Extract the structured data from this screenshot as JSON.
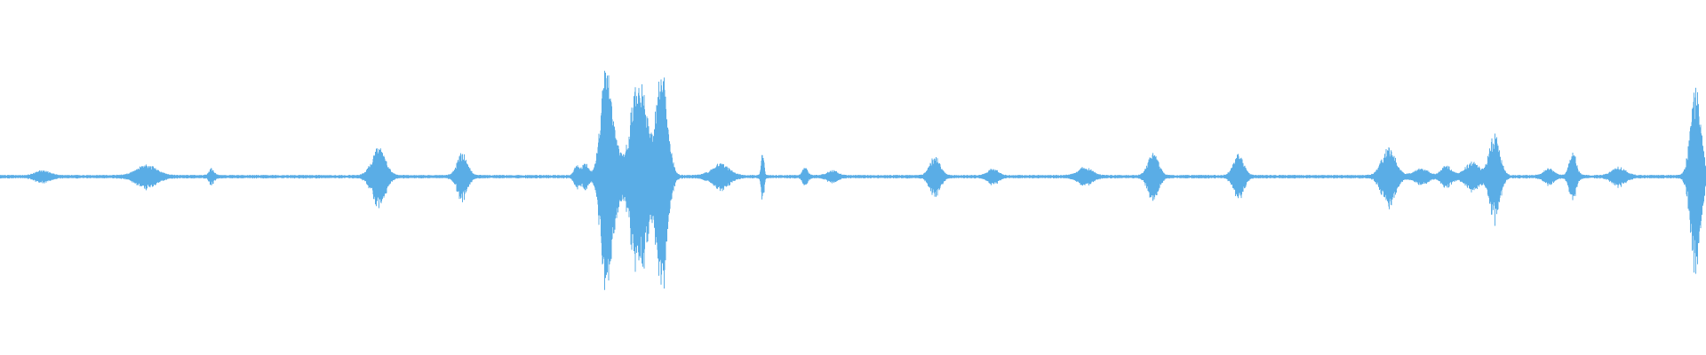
{
  "waveform": {
    "color": "#5aade6",
    "background": "#ffffff",
    "baseline_amplitude": 0.005,
    "noise_amplitude": 0.012,
    "bursts": [
      {
        "t": 0.025,
        "amp": 0.03,
        "width": 0.004
      },
      {
        "t": 0.086,
        "amp": 0.06,
        "width": 0.006
      },
      {
        "t": 0.124,
        "amp": 0.04,
        "width": 0.0015
      },
      {
        "t": 0.222,
        "amp": 0.16,
        "width": 0.004
      },
      {
        "t": 0.271,
        "amp": 0.13,
        "width": 0.003
      },
      {
        "t": 0.338,
        "amp": 0.06,
        "width": 0.0015
      },
      {
        "t": 0.343,
        "amp": 0.07,
        "width": 0.002
      },
      {
        "t": 0.355,
        "amp": 0.55,
        "width": 0.003
      },
      {
        "t": 0.359,
        "amp": 0.2,
        "width": 0.004
      },
      {
        "t": 0.373,
        "amp": 0.48,
        "width": 0.004
      },
      {
        "t": 0.378,
        "amp": 0.25,
        "width": 0.003
      },
      {
        "t": 0.387,
        "amp": 0.5,
        "width": 0.003
      },
      {
        "t": 0.39,
        "amp": 0.2,
        "width": 0.003
      },
      {
        "t": 0.422,
        "amp": 0.07,
        "width": 0.005
      },
      {
        "t": 0.447,
        "amp": 0.14,
        "width": 0.0008
      },
      {
        "t": 0.472,
        "amp": 0.05,
        "width": 0.0015
      },
      {
        "t": 0.488,
        "amp": 0.03,
        "width": 0.003
      },
      {
        "t": 0.548,
        "amp": 0.11,
        "width": 0.003
      },
      {
        "t": 0.582,
        "amp": 0.04,
        "width": 0.003
      },
      {
        "t": 0.636,
        "amp": 0.05,
        "width": 0.004
      },
      {
        "t": 0.676,
        "amp": 0.13,
        "width": 0.003
      },
      {
        "t": 0.726,
        "amp": 0.12,
        "width": 0.003
      },
      {
        "t": 0.814,
        "amp": 0.16,
        "width": 0.004
      },
      {
        "t": 0.833,
        "amp": 0.04,
        "width": 0.004
      },
      {
        "t": 0.848,
        "amp": 0.06,
        "width": 0.003
      },
      {
        "t": 0.863,
        "amp": 0.08,
        "width": 0.004
      },
      {
        "t": 0.876,
        "amp": 0.24,
        "width": 0.003
      },
      {
        "t": 0.908,
        "amp": 0.04,
        "width": 0.003
      },
      {
        "t": 0.922,
        "amp": 0.14,
        "width": 0.002
      },
      {
        "t": 0.949,
        "amp": 0.05,
        "width": 0.004
      },
      {
        "t": 0.994,
        "amp": 0.5,
        "width": 0.003
      }
    ]
  }
}
